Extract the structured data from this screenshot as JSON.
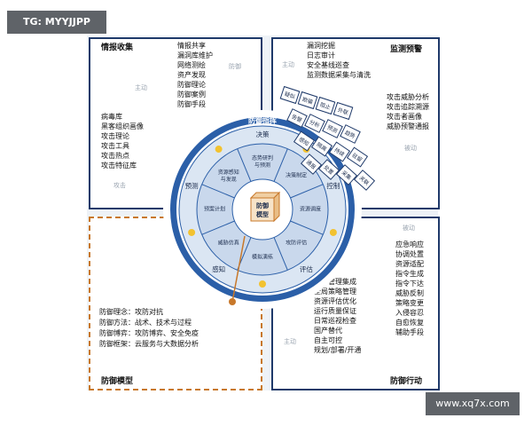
{
  "watermark_top": "TG: MYYJJPP",
  "watermark_bottom": "www.xq7x.com",
  "quadrants": {
    "top_left": {
      "title": "情报收集",
      "active_label": "主动",
      "attack_label": "攻击",
      "defense_label": "防御",
      "right_items": [
        "情报共享",
        "漏洞库维护",
        "网络测绘",
        "资产发现",
        "防御理论",
        "防御案例",
        "防御手段"
      ],
      "left_items": [
        "病毒库",
        "黑客组织画像",
        "攻击理论",
        "攻击工具",
        "攻击热点",
        "攻击特征库"
      ]
    },
    "top_right": {
      "title": "监测预警",
      "active_label": "主动",
      "passive_label": "被动",
      "top_items": [
        "漏洞挖掘",
        "日志审计",
        "安全基线巡查",
        "监测数据采集与清洗"
      ],
      "right_items": [
        "攻击威胁分析",
        "攻击追踪溯源",
        "攻击者画像",
        "威胁预警通报"
      ],
      "blocks": [
        "疑似",
        "欺骗",
        "阻止",
        "外联",
        "告警",
        "分析",
        "预测",
        "趋势",
        "感知",
        "隔离",
        "持续",
        "驻留",
        "通报",
        "处置",
        "采集",
        "关联"
      ]
    },
    "bottom_left": {
      "title": "防御模型",
      "items": [
        "防御理念：攻防对抗",
        "防御方法：战术、技术与过程",
        "防御博弈：攻防博弈、安全免疫",
        "防御框架：云服务与大数据分析"
      ]
    },
    "bottom_right": {
      "title": "防御行动",
      "passive_label": "被动",
      "active_label": "主动",
      "right_items": [
        "应急响应",
        "协调处置",
        "资源适配",
        "指令生成",
        "指令下达",
        "威胁反制",
        "策略变更",
        "入侵容忍",
        "自愈恢复",
        "辅助手段"
      ],
      "left_items": [
        "专业管理集成",
        "全局策略管理",
        "资源评估优化",
        "运行质量保证",
        "日常巡视检查",
        "国产替代",
        "自主可控",
        "规划/部署/开通"
      ]
    }
  },
  "wheel": {
    "outer_title": "防御指挥",
    "center": [
      "防御",
      "模型"
    ],
    "outer_ring": [
      "决策",
      "控制",
      "评估",
      "感知",
      "预测"
    ],
    "inner_segments": [
      "态势研判与预测",
      "决策制定",
      "资源调度",
      "攻防评估",
      "模拟演练",
      "威胁仿真",
      "预案计划",
      "资源感知与发现"
    ]
  },
  "colors": {
    "navy": "#1f3a6a",
    "ring_blue": "#2b5fa8",
    "ring_light": "#dbe6f3",
    "orange": "#c8782a",
    "yellow": "#f2c230"
  }
}
